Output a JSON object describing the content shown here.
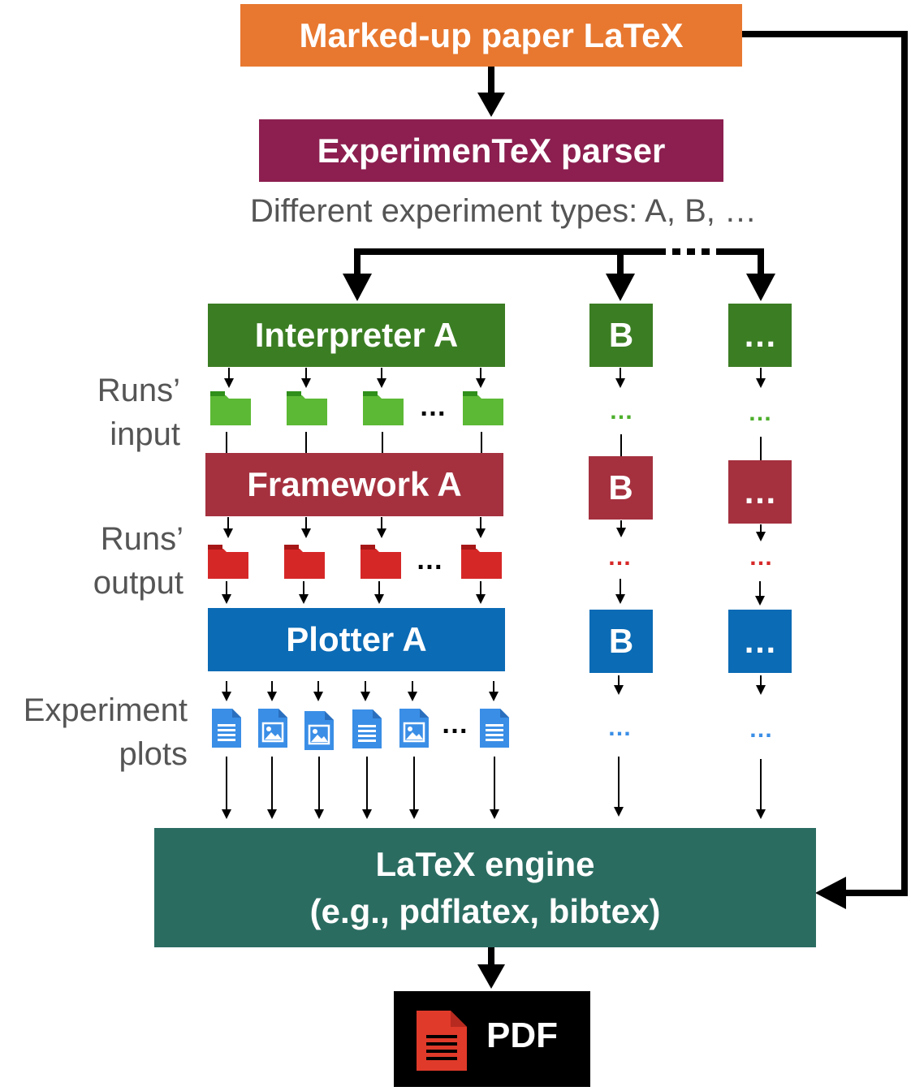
{
  "nodes": {
    "source": "Marked-up paper LaTeX",
    "parser": "ExperimenTeX parser",
    "types_caption": "Different experiment types: A, B, …",
    "interpreter_a": "Interpreter A",
    "interpreter_b": "B",
    "interpreter_more": "…",
    "framework_a": "Framework A",
    "framework_b": "B",
    "framework_more": "…",
    "plotter_a": "Plotter A",
    "plotter_b": "B",
    "plotter_more": "…",
    "engine_line1": "LaTeX engine",
    "engine_line2": "(e.g., pdflatex, bibtex)",
    "output": "PDF"
  },
  "row_labels": {
    "runs_input": [
      "Runs’",
      "input"
    ],
    "runs_output": [
      "Runs’",
      "output"
    ],
    "plots": [
      "Experiment",
      "plots"
    ]
  },
  "ellipsis": "…",
  "icons": {
    "input_folders": [
      "folder-icon",
      "folder-icon",
      "folder-icon",
      "folder-icon"
    ],
    "output_folders": [
      "folder-icon",
      "folder-icon",
      "folder-icon",
      "folder-icon"
    ],
    "plots": [
      "document-icon",
      "image-icon",
      "image-icon",
      "document-icon",
      "image-icon",
      "document-icon"
    ],
    "pdf": "pdf-icon"
  },
  "colors": {
    "source": "#E87830",
    "parser": "#8C1F50",
    "interpreter": "#3B7D23",
    "framework": "#A5313F",
    "plotter": "#0B6BB5",
    "engine": "#2B6C61",
    "input_folder": "#5CB935",
    "output_folder": "#D62727",
    "plot_file": "#3A8EE6",
    "pdf_icon": "#E03A2A"
  }
}
